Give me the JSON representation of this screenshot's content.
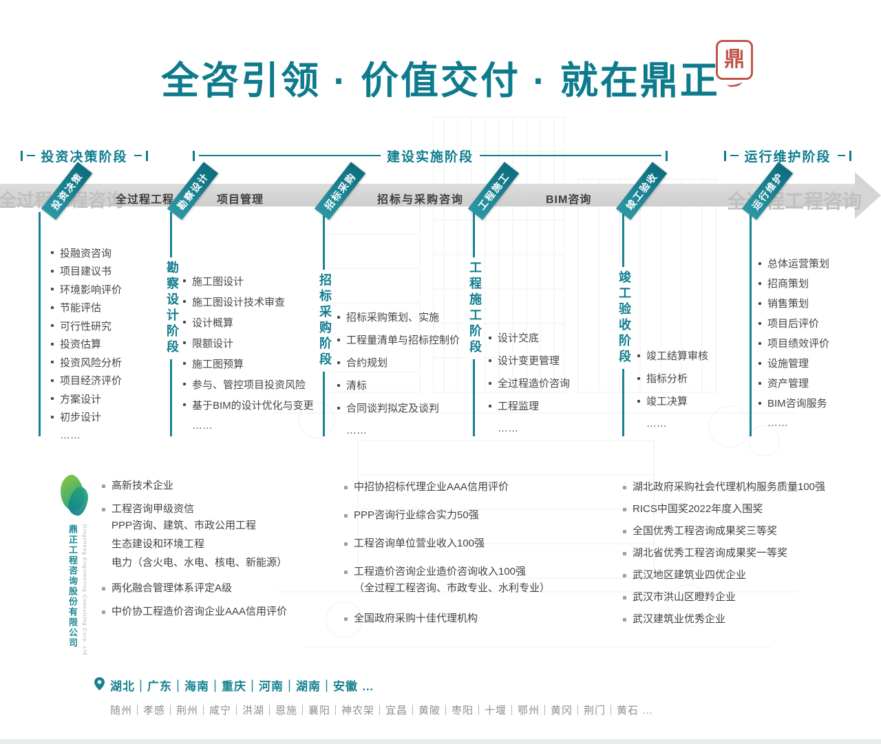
{
  "colors": {
    "teal": "#0d7b8c",
    "ribbon_teal_light": "#2b97a5",
    "ribbon_teal_dark": "#0c6d7e",
    "arrow_grey": "#d5d5d5",
    "seal_red": "#c0554a",
    "text_dark": "#3d3d3d",
    "text_grey": "#8e8e8e",
    "logo_green": "#8ec63f"
  },
  "title": {
    "text": "全咨引领 · 价值交付 · 就在鼎正",
    "seal_character": "鼎"
  },
  "phase_headers": [
    {
      "label": "投资决策阶段"
    },
    {
      "label": "建设实施阶段"
    },
    {
      "label": "运行维护阶段"
    }
  ],
  "timeline": {
    "ghost_text_left": "全过程工程咨询",
    "ghost_text_right": "全过程工程咨询",
    "ribbons": [
      {
        "label": "投资决策"
      },
      {
        "label": "勘察设计"
      },
      {
        "label": "招标采购"
      },
      {
        "label": "工程施工"
      },
      {
        "label": "竣工验收"
      },
      {
        "label": "运行维护"
      }
    ],
    "arrow_labels": [
      {
        "text": "全过程工程"
      },
      {
        "text": "项目管理"
      },
      {
        "text": "招标与采购咨询"
      },
      {
        "text": "BIM咨询"
      }
    ]
  },
  "stage_columns": [
    {
      "vertical_label": "",
      "items": [
        "投融资咨询",
        "项目建议书",
        "环境影响评价",
        "节能评估",
        "可行性研究",
        "投资估算",
        "投资风险分析",
        "项目经济评价",
        "方案设计",
        "初步设计",
        "……"
      ]
    },
    {
      "vertical_label": "勘察设计阶段",
      "items": [
        "施工图设计",
        "施工图设计技术审查",
        "设计概算",
        "限额设计",
        "施工图预算",
        "参与、管控项目投资风险",
        "基于BIM的设计优化与变更",
        "……"
      ]
    },
    {
      "vertical_label": "招标采购阶段",
      "items": [
        "招标采购策划、实施",
        "工程量清单与招标控制价",
        "合约规划",
        "清标",
        "合同谈判拟定及谈判",
        "……"
      ]
    },
    {
      "vertical_label": "工程施工阶段",
      "items": [
        "设计交底",
        "设计变更管理",
        "全过程造价咨询",
        "工程监理",
        "……"
      ]
    },
    {
      "vertical_label": "竣工验收阶段",
      "items": [
        "竣工结算审核",
        "指标分析",
        "竣工决算",
        "……"
      ]
    },
    {
      "vertical_label": "",
      "items": [
        "总体运营策划",
        "招商策划",
        "销售策划",
        "项目后评价",
        "项目绩效评价",
        "设施管理",
        "资产管理",
        "BIM咨询服务",
        "……"
      ]
    }
  ],
  "company": {
    "name_cn": "鼎正工程咨询股份有限公司",
    "name_en": "Dingzheng Engineering Consulting Corp.,Ltd"
  },
  "achievement_columns": [
    {
      "items": [
        {
          "text": "高新技术企业"
        },
        {
          "text": "工程咨询甲级资信",
          "sub": [
            "PPP咨询、建筑、市政公用工程",
            "生态建设和环境工程",
            "电力（含火电、水电、核电、新能源）"
          ]
        },
        {
          "text": "两化融合管理体系评定A级"
        },
        {
          "text": "中价协工程造价咨询企业AAA信用评价"
        }
      ]
    },
    {
      "items": [
        {
          "text": "中招协招标代理企业AAA信用评价"
        },
        {
          "text": "PPP咨询行业综合实力50强"
        },
        {
          "text": "工程咨询单位营业收入100强"
        },
        {
          "text": "工程造价咨询企业造价咨询收入100强",
          "sub": [
            "（全过程工程咨询、市政专业、水利专业）"
          ]
        },
        {
          "text": "全国政府采购十佳代理机构"
        }
      ]
    },
    {
      "items": [
        {
          "text": "湖北政府采购社会代理机构服务质量100强"
        },
        {
          "text": "RICS中国奖2022年度入围奖"
        },
        {
          "text": "全国优秀工程咨询成果奖三等奖"
        },
        {
          "text": "湖北省优秀工程咨询成果奖一等奖"
        },
        {
          "text": "武汉地区建筑业四优企业"
        },
        {
          "text": "武汉市洪山区瞪羚企业"
        },
        {
          "text": "武汉建筑业优秀企业"
        }
      ]
    }
  ],
  "footer": {
    "provinces": "湖北｜广东｜海南｜重庆｜河南｜湖南｜安徽  …",
    "cities": "随州｜孝感｜荆州｜咸宁｜洪湖｜恩施｜襄阳｜神农架｜宜昌｜黄陂｜枣阳｜十堰｜鄂州｜黄冈｜荆门｜黄石  …"
  }
}
